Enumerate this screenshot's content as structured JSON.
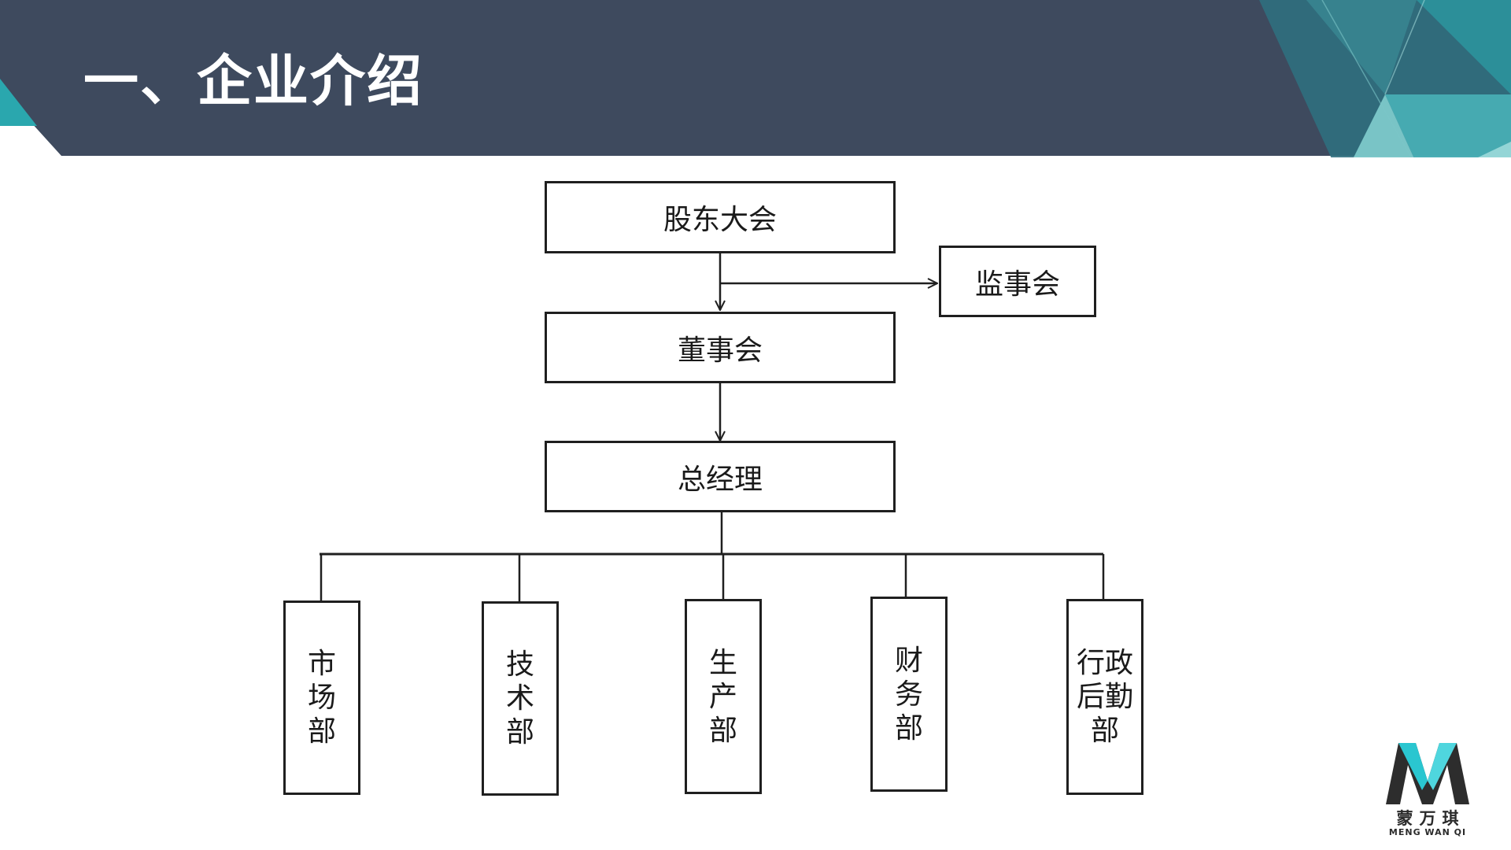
{
  "header": {
    "title": "一、企业介绍",
    "band_color": "#3e4a5e",
    "accent_color": "#2aa7ae"
  },
  "org_chart": {
    "nodes": {
      "shareholders": "股东大会",
      "supervisory": "监事会",
      "board": "董事会",
      "gm": "总经理"
    },
    "departments": [
      "市场部",
      "技术部",
      "生产部",
      "财务部",
      "行政后勤部"
    ],
    "edges": [
      [
        "股东大会",
        "董事会"
      ],
      [
        "股东大会",
        "监事会"
      ],
      [
        "董事会",
        "总经理"
      ],
      [
        "总经理",
        "市场部"
      ],
      [
        "总经理",
        "技术部"
      ],
      [
        "总经理",
        "生产部"
      ],
      [
        "总经理",
        "财务部"
      ],
      [
        "总经理",
        "行政后勤部"
      ]
    ]
  },
  "logo": {
    "icon": "m-letter-logo",
    "cn_text": "蒙万琪",
    "en_text": "MENG WAN QI"
  }
}
